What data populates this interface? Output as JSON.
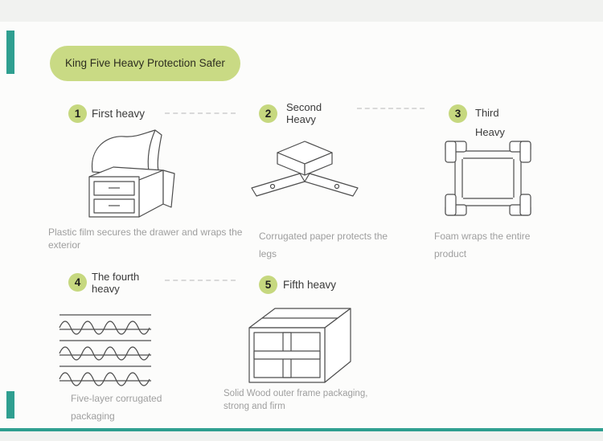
{
  "colors": {
    "teal_accent": "#2f9f90",
    "green_accent": "#c9da84",
    "caption_gray": "#9e9e9e"
  },
  "badge": {
    "label": "King Five Heavy Protection Safer"
  },
  "steps": [
    {
      "number": "1",
      "label_lines": [
        "First heavy"
      ],
      "caption": "Plastic film secures the drawer and wraps the exterior",
      "icon": "plastic-film-cabinet-icon"
    },
    {
      "number": "2",
      "label_lines": [
        "Second",
        "Heavy"
      ],
      "caption": "Corrugated paper protects the legs",
      "icon": "corrugated-corner-icon"
    },
    {
      "number": "3",
      "label_lines": [
        "Third",
        "Heavy"
      ],
      "caption": "Foam wraps the entire product",
      "icon": "foam-frame-icon"
    },
    {
      "number": "4",
      "label_lines": [
        "The fourth",
        "heavy"
      ],
      "caption": "Five-layer corrugated packaging",
      "icon": "corrugated-layers-icon"
    },
    {
      "number": "5",
      "label_lines": [
        "Fifth heavy"
      ],
      "caption": "Solid Wood outer frame packaging, strong and firm",
      "icon": "wood-crate-icon"
    }
  ]
}
